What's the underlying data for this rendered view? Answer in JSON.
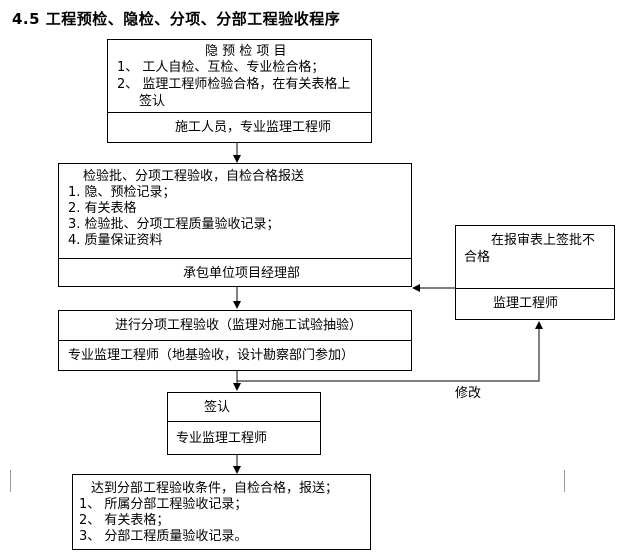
{
  "title": "4.5 工程预检、隐检、分项、分部工程验收程序",
  "box1": {
    "heading": "隐 预 检 项 目",
    "items": [
      "1、  工人自检、互检、专业检合格；",
      "2、  监理工程师检验合格，在有关表格上",
      "签认"
    ],
    "role": "施工人员，专业监理工程师"
  },
  "box2": {
    "heading": "检验批、分项工程验收，自检合格报送",
    "items": [
      "1.      隐、预检记录；",
      "2.      有关表格",
      "3.      检验批、分项工程质量验收记录；",
      "4.      质量保证资料"
    ],
    "role": "承包单位项目经理部"
  },
  "box_reject": {
    "text_line1": "在报审表上签批不",
    "text_line2": "合格",
    "role": "监理工程师"
  },
  "box3": {
    "heading": "进行分项工程验收（监理对施工试验抽验）",
    "role": "专业监理工程师（地基验收，设计勘察部门参加）"
  },
  "label_fix": "修改",
  "box4": {
    "heading": "签认",
    "role": "专业监理工程师"
  },
  "box5": {
    "heading": "达到分部工程验收条件，自检合格，报送；",
    "items": [
      "1、 所属分部工程验收记录；",
      "2、 有关表格；",
      "3、 分部工程质量验收记录。"
    ]
  }
}
